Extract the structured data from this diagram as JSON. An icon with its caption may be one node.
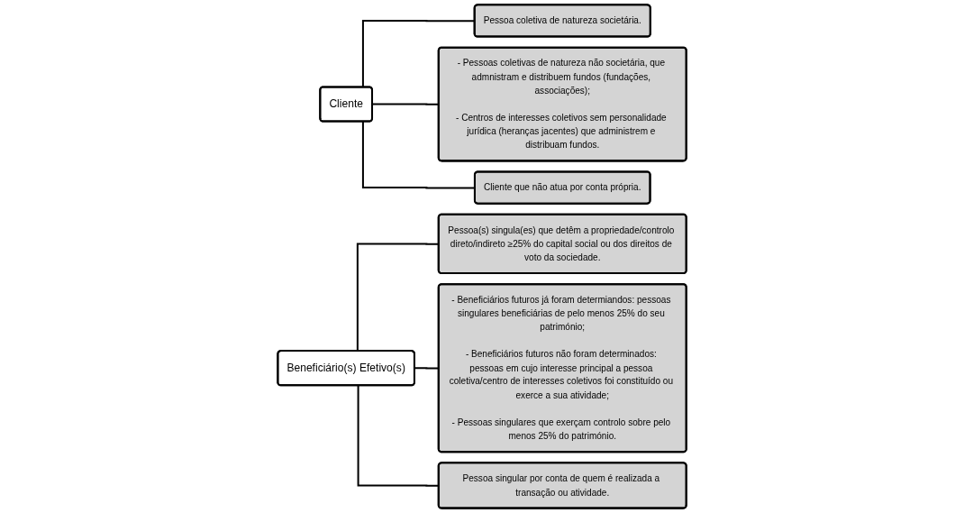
{
  "diagram": {
    "nodes": [
      {
        "text": [
          "Cliente"
        ]
      },
      {
        "text": [
          "Pessoa coletiva de natureza societária."
        ]
      },
      {
        "text": [
          "- Pessoas coletivas de natureza não societária, que admnistram e distribuem fundos (fundações, associações);",
          "- Centros de interesses coletivos sem personalidade jurídica (heranças jacentes) que administrem e distribuam fundos."
        ]
      },
      {
        "text": [
          "Cliente que não atua por conta própria."
        ]
      },
      {
        "text": [
          "Beneficiário(s) Efetivo(s)"
        ]
      },
      {
        "text": [
          "Pessoa(s) singula(es) que detêm a propriedade/controlo direto/indireto ≥25% do capital social ou dos direitos de voto da sociedade."
        ]
      },
      {
        "text": [
          "- Beneficiários futuros já foram determiandos: pessoas singulares beneficiárias de pelo menos 25% do seu património;",
          "- Beneficiários futuros não foram determinados: pessoas em cujo interesse principal a pessoa coletiva/centro de interesses coletivos foi constituído ou exerce a sua atividade;",
          "- Pessoas singulares que exerçam controlo sobre pelo menos 25% do património."
        ]
      },
      {
        "text": [
          "Pessoa singular por conta de quem é realizada a transação ou atividade."
        ]
      }
    ],
    "edges": [
      {
        "from": 0,
        "to": 1,
        "arrow": "none"
      },
      {
        "from": 0,
        "to": 2,
        "arrow": "none"
      },
      {
        "from": 0,
        "to": 3,
        "arrow": "none"
      },
      {
        "from": 4,
        "to": 5,
        "arrow": "none"
      },
      {
        "from": 4,
        "to": 6,
        "arrow": "none"
      },
      {
        "from": 4,
        "to": 7,
        "arrow": "none"
      }
    ]
  }
}
